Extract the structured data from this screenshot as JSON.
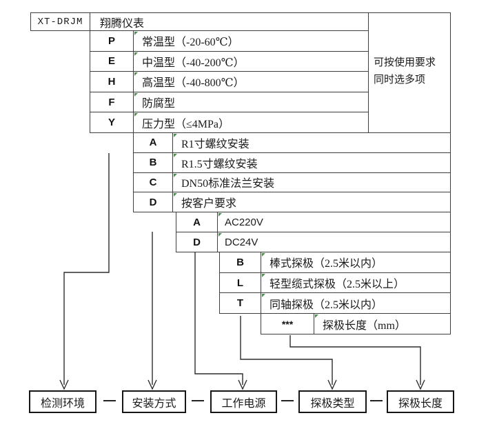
{
  "header": {
    "model_code": "XT-DRJM",
    "brand": "翔腾仪表"
  },
  "note": {
    "line1": "可按使用要求",
    "line2": "同时选多项"
  },
  "tiers": [
    {
      "name": "detection-environment",
      "rows": [
        {
          "code": "P",
          "desc": "常温型（-20-60℃）"
        },
        {
          "code": "E",
          "desc": "中温型（-40-200℃）"
        },
        {
          "code": "H",
          "desc": "高温型（-40-800℃）"
        },
        {
          "code": "F",
          "desc": "防腐型"
        },
        {
          "code": "Y",
          "desc": "压力型（≤4MPa）"
        }
      ]
    },
    {
      "name": "installation-method",
      "rows": [
        {
          "code": "A",
          "desc": "R1寸螺纹安装"
        },
        {
          "code": "B",
          "desc": "R1.5寸螺纹安装"
        },
        {
          "code": "C",
          "desc": "DN50标准法兰安装"
        },
        {
          "code": "D",
          "desc": "按客户要求"
        }
      ]
    },
    {
      "name": "working-power",
      "rows": [
        {
          "code": "A",
          "desc": "AC220V"
        },
        {
          "code": "D",
          "desc": "DC24V"
        }
      ]
    },
    {
      "name": "probe-type",
      "rows": [
        {
          "code": "B",
          "desc": "棒式探极（2.5米以内）"
        },
        {
          "code": "L",
          "desc": "轻型缆式探极（2.5米以上）"
        },
        {
          "code": "T",
          "desc": "同轴探极（2.5米以内）"
        }
      ]
    },
    {
      "name": "probe-length",
      "rows": [
        {
          "code": "***",
          "desc": "探极长度（mm）"
        }
      ]
    }
  ],
  "footer": {
    "labels": [
      "检测环境",
      "安装方式",
      "工作电源",
      "探极类型",
      "探极长度"
    ],
    "separator": "—"
  },
  "colors": {
    "table_line": "#3d3d3d",
    "footer_box_border": "#151515",
    "corner_tick_green": "#4e8e50"
  }
}
